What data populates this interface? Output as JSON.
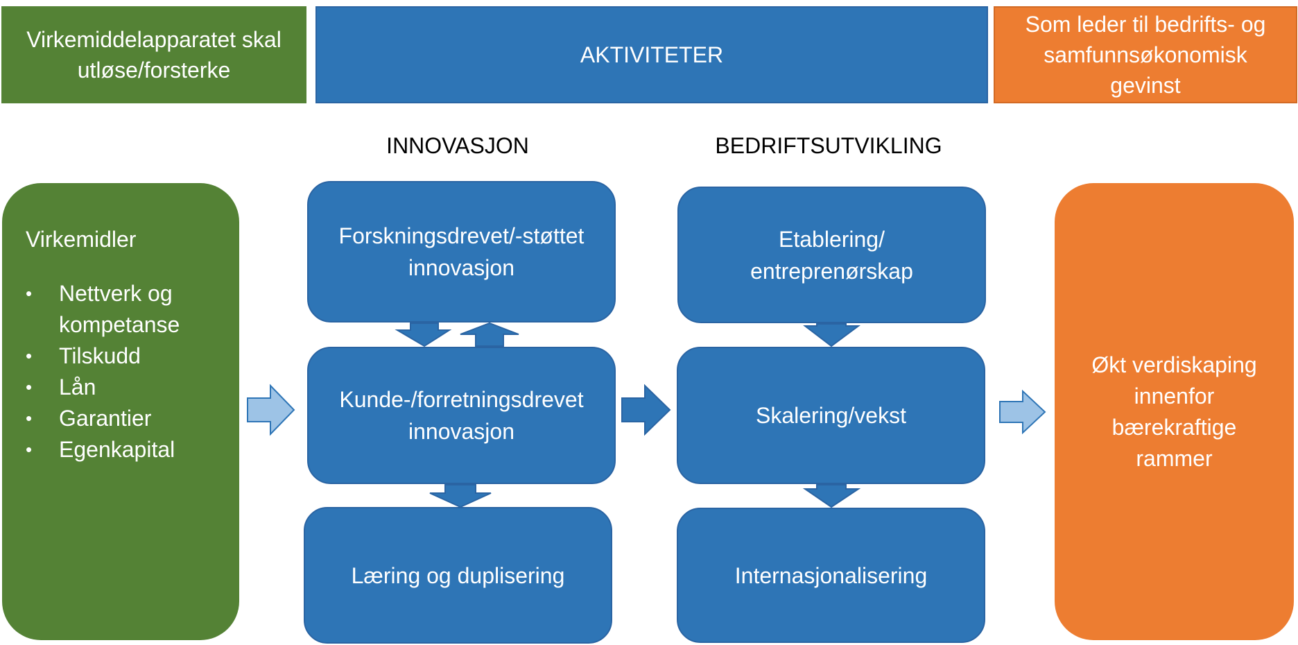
{
  "headers": {
    "left": "Virkemiddelapparatet skal\nutløse/forsterke",
    "center": "AKTIVITETER",
    "right": "Som leder til bedrifts- og\nsamfunnsøkonomisk\ngevinst"
  },
  "sections": {
    "innovation": "INNOVASJON",
    "business": "BEDRIFTSUTVIKLING"
  },
  "left_panel": {
    "title": "Virkemidler",
    "items": [
      "Nettverk og\nkompetanse",
      "Tilskudd",
      "Lån",
      "Garantier",
      "Egenkapital"
    ]
  },
  "innovation_boxes": [
    "Forskningsdrevet/-støttet\ninnovasjon",
    "Kunde-/forretningsdrevet\ninnovasjon",
    "Læring og duplisering"
  ],
  "business_boxes": [
    "Etablering/\nentreprenørskap",
    "Skalering/vekst",
    "Internasjonalisering"
  ],
  "right_panel": "Økt verdiskaping\ninnenfor\nbærekraftige\nrammer",
  "colors": {
    "green": "#548235",
    "blue": "#2e75b6",
    "orange": "#ed7d31",
    "light_arrow": "#9dc3e6"
  }
}
